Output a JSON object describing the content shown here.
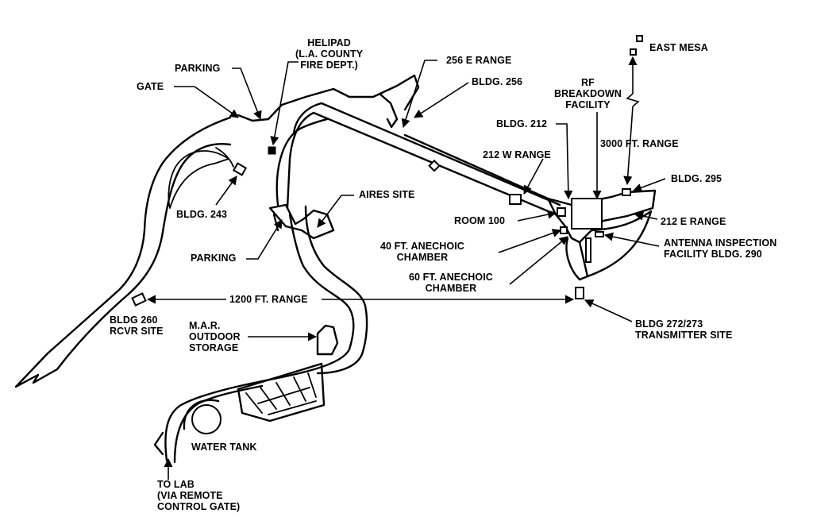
{
  "labels": {
    "helipad": "HELIPAD\n(L.A. COUNTY\nFIRE DEPT.)",
    "parking_top": "PARKING",
    "gate": "GATE",
    "bldg_243": "BLDG. 243",
    "parking_mid": "PARKING",
    "aires_site": "AIRES SITE",
    "range_256e": "256 E RANGE",
    "bldg_256": "BLDG. 256",
    "rf_breakdown": "RF\nBREAKDOWN\nFACILITY",
    "bldg_212": "BLDG. 212",
    "range_212w": "212 W RANGE",
    "east_mesa": "EAST MESA",
    "range_3000": "3000 FT. RANGE",
    "bldg_295": "BLDG. 295",
    "room_100": "ROOM 100",
    "range_212e": "212 E RANGE",
    "chamber_40": "40 FT. ANECHOIC\nCHAMBER",
    "antenna_inspection": "ANTENNA INSPECTION\nFACILITY BLDG. 290",
    "chamber_60": "60 FT. ANECHOIC\nCHAMBER",
    "range_1200": "1200 FT. RANGE",
    "bldg_260": "BLDG 260\nRCVR SITE",
    "mar_storage": "M.A.R.\nOUTDOOR\nSTORAGE",
    "bldg_272": "BLDG 272/273\nTRANSMITTER SITE",
    "water_tank": "WATER TANK",
    "to_lab": "TO LAB\n(VIA REMOTE\nCONTROL GATE)"
  }
}
